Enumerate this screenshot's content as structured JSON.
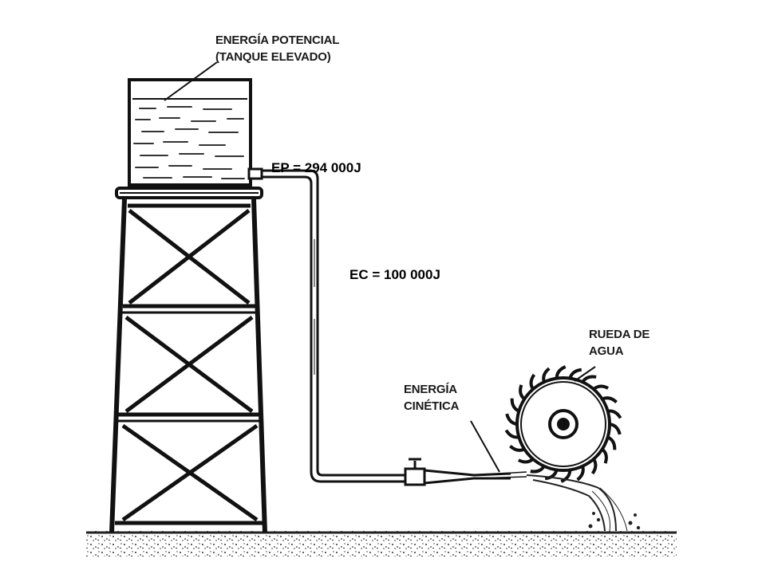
{
  "labels": {
    "potential_line1": "ENERGÍA POTENCIAL",
    "potential_line2": "(TANQUE ELEVADO)",
    "ep_value": "EP = 294 000J",
    "ec_value": "EC = 100 000J",
    "wheel_line1": "RUEDA DE",
    "wheel_line2": "AGUA",
    "kinetic_line1": "ENERGÍA",
    "kinetic_line2": "CINÉTICA"
  }
}
